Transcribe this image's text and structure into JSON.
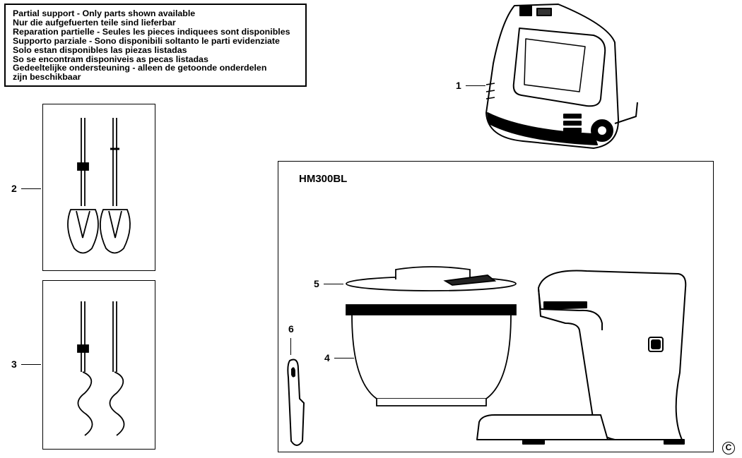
{
  "notice": {
    "lines": [
      "Partial support - Only parts shown available",
      "Nur die aufgefuerten teile sind lieferbar",
      "Reparation partielle - Seules les pieces indiquees sont disponibles",
      "Supporto parziale - Sono disponibili soltanto le parti evidenziate",
      "Solo estan disponibles las piezas listadas",
      "So se encontram disponiveis as pecas listadas",
      "Gedeeltelijke ondersteuning - alleen de getoonde onderdelen",
      "zijn beschikbaar"
    ]
  },
  "model": "HM300BL",
  "callouts": {
    "hand_mixer": "1",
    "beaters": "2",
    "dough_hooks": "3",
    "bowl": "4",
    "lid": "5",
    "spatula": "6"
  },
  "copyright": "C"
}
